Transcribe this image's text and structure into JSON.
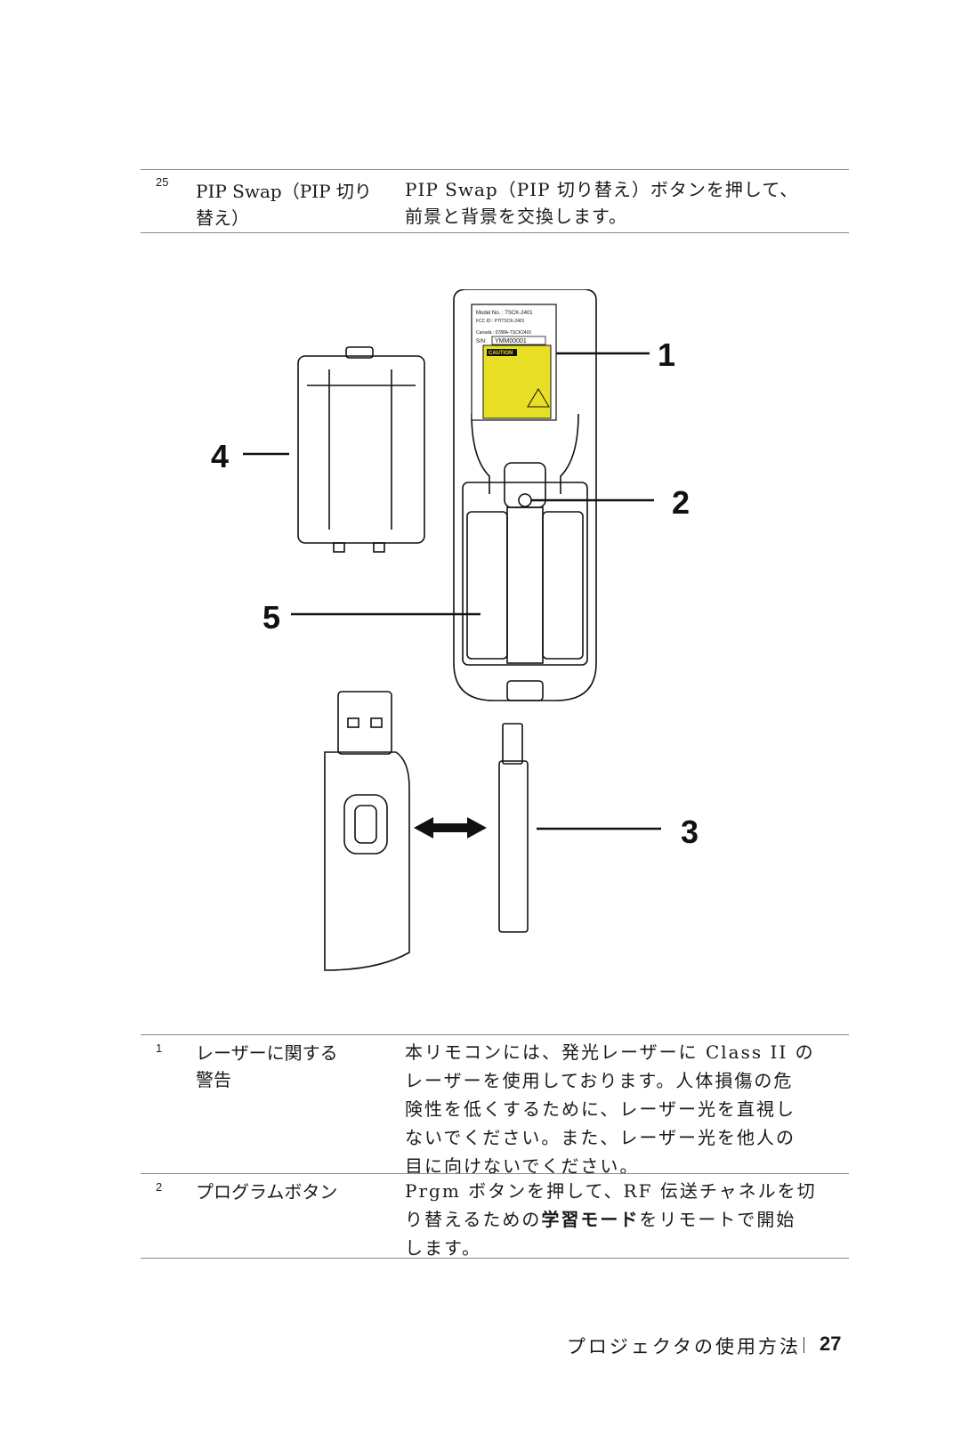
{
  "table_top": {
    "rows": [
      {
        "number": "25",
        "name_lines": [
          "PIP Swap（PIP 切り",
          "替え）"
        ],
        "desc_lines": [
          "PIP Swap（PIP 切り替え）ボタンを押して、",
          "前景と背景を交換します。"
        ]
      }
    ]
  },
  "figure": {
    "callouts": [
      "1",
      "2",
      "3",
      "4",
      "5"
    ],
    "label_text": {
      "model": "Model No. : TSCK-2401",
      "fcc": "FCC ID : P7ITSCK-2401",
      "canada": "Canada : 0788A-TSCK2401",
      "sn_prefix": "S/N:",
      "sn": "YMM00001",
      "caution": "CAUTION"
    },
    "colors": {
      "label_yellow": "#e8df26",
      "line": "#111111"
    }
  },
  "table_bottom": {
    "rows": [
      {
        "number": "1",
        "name_lines": [
          "レーザーに関する",
          "警告"
        ],
        "desc_lines": [
          "本リモコンには、発光レーザーに Class II の",
          "レーザーを使用しております。人体損傷の危",
          "険性を低くするために、レーザー光を直視し",
          "ないでください。また、レーザー光を他人の",
          "目に向けないでください。"
        ]
      },
      {
        "number": "2",
        "name_lines": [
          "プログラムボタン"
        ],
        "desc_line1": "Prgm ボタンを押して、RF 伝送チャネルを切",
        "desc_line2_pre": "り替えるための",
        "desc_line2_bold": "学習モード",
        "desc_line2_post": "をリモートで開始",
        "desc_line3": "します。"
      }
    ]
  },
  "footer": {
    "section_title": "プロジェクタの使用方法",
    "page_number": "27"
  }
}
